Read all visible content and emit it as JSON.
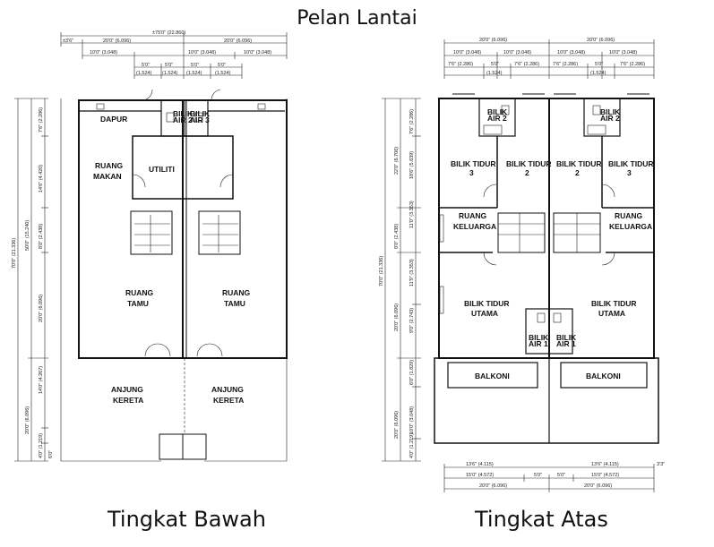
{
  "title": "Pelan Lantai",
  "ground": {
    "caption": "Tingkat Bawah",
    "rooms": {
      "dapur": "DAPUR",
      "bilik_air_2": [
        "BILIK",
        "AIR 2"
      ],
      "bilik_air_3": [
        "BILIK",
        "AIR 3"
      ],
      "utiliti": "UTILITI",
      "ruang_makan": [
        "RUANG",
        "MAKAN"
      ],
      "ruang_tamu_l": [
        "RUANG",
        "TAMU"
      ],
      "ruang_tamu_r": [
        "RUANG",
        "TAMU"
      ],
      "anjung_l": [
        "ANJUNG",
        "KERETA"
      ],
      "anjung_r": [
        "ANJUNG",
        "KERETA"
      ]
    },
    "top_dims": {
      "overall": "±75'0\" (22.860)",
      "row1": [
        "±3'6\"",
        "20'0\" (6.096)",
        "20'0\" (6.096)"
      ],
      "row2": [
        "10'0\" (3.048)",
        "10'0\" (3.048)",
        "10'0\" (3.048)"
      ],
      "row3": [
        "5'0\"",
        "5'0\"",
        "5'0\"",
        "5'0\""
      ],
      "row4": [
        "(1.524)",
        "(1.524)",
        "(1.524)",
        "(1.524)"
      ]
    },
    "left_dims": {
      "overall": "70'0\" (21.336)",
      "col2": [
        "50'0\" (15.240)",
        "20'0\" (6.096)"
      ],
      "col3": [
        "7'6\" (2.286)",
        "14'6\" (4.420)",
        "8'0\" (2.438)",
        "20'0\" (6.096)",
        "14'0\" (4.267)",
        "4'0\" (1.219)",
        "6'0\""
      ]
    }
  },
  "upper": {
    "caption": "Tingkat Atas",
    "rooms": {
      "bilik_air_l": [
        "BILIK",
        "AIR 2"
      ],
      "bilik_air_r": [
        "BILIK",
        "AIR 2"
      ],
      "bt3_l": [
        "BILIK TIDUR",
        "3"
      ],
      "bt2_l": [
        "BILIK TIDUR",
        "2"
      ],
      "bt2_r": [
        "BILIK TIDUR",
        "2"
      ],
      "bt3_r": [
        "BILIK TIDUR",
        "3"
      ],
      "rk_l": [
        "RUANG",
        "KELUARGA"
      ],
      "rk_r": [
        "RUANG",
        "KELUARGA"
      ],
      "btu_l": [
        "BILIK TIDUR",
        "UTAMA"
      ],
      "btu_r": [
        "BILIK TIDUR",
        "UTAMA"
      ],
      "ba1_l": [
        "BILIK",
        "AIR 1"
      ],
      "ba1_r": [
        "BILIK",
        "AIR 1"
      ],
      "balkoni_l": "BALKONI",
      "balkoni_r": "BALKONI"
    },
    "top_dims": {
      "row1": [
        "20'0\" (6.096)",
        "20'0\" (6.096)"
      ],
      "row2": [
        "10'0\" (3.048)",
        "10'0\" (3.048)",
        "10'0\" (3.048)",
        "10'0\" (3.048)"
      ],
      "row3": [
        "7'6\" (2.286)",
        "5'0\"",
        "7'6\" (2.286)",
        "7'6\" (2.286)",
        "5'0\"",
        "7'6\" (2.286)"
      ],
      "row4": [
        "(1.524)",
        "(1.524)"
      ]
    },
    "bottom_dims": {
      "row1": [
        "13'6\" (4.115)",
        "13'6\" (4.115)",
        "3'3\""
      ],
      "row2": [
        "15'0\" (4.572)",
        "5'0\"",
        "5'0\"",
        "15'0\" (4.572)"
      ],
      "row3": [
        "20'0\" (6.096)",
        "20'0\" (6.096)"
      ]
    },
    "left_dims": {
      "overall": "70'0\" (21.336)",
      "col2": [
        "22'0\" (6.706)",
        "8'0\" (2.438)",
        "20'0\" (6.096)",
        "20'0\" (6.096)"
      ],
      "col3": [
        "7'6\" (2.286)",
        "18'6\" (5.639)",
        "11'0\" (3.353)",
        "11'9\" (3.353)",
        "9'0\" (2.743)",
        "6'0\" (1.829)",
        "10'0\" (3.048)",
        "4'0\" (1.219)"
      ]
    }
  }
}
